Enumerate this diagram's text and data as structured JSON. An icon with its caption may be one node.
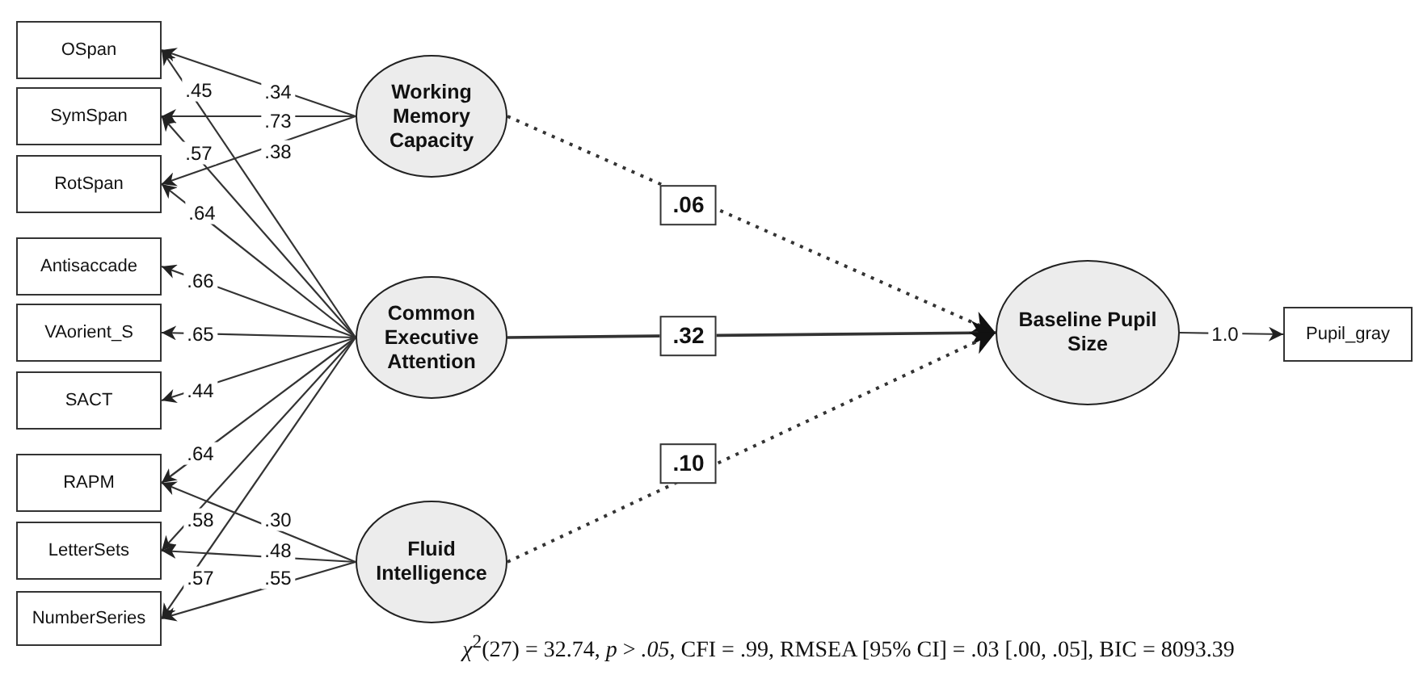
{
  "diagram": {
    "caption": "*χ*$^{2}$(27) = 32.74, *p* > *.05*, CFI = .99, RMSEA [95% CI] = .03 [.00, .05], BIC = 8093.39",
    "nodes": [
      {
        "text": [
          "OSpan"
        ]
      },
      {
        "text": [
          "SymSpan"
        ]
      },
      {
        "text": [
          "RotSpan"
        ]
      },
      {
        "text": [
          "Antisaccade"
        ]
      },
      {
        "text": [
          "VAorient_S"
        ]
      },
      {
        "text": [
          "SACT"
        ]
      },
      {
        "text": [
          "RAPM"
        ]
      },
      {
        "text": [
          "LetterSets"
        ]
      },
      {
        "text": [
          "NumberSeries"
        ]
      },
      {
        "text": [
          "Working Memory Capacity"
        ]
      },
      {
        "text": [
          "Common Executive Attention"
        ]
      },
      {
        "text": [
          "Fluid Intelligence"
        ]
      },
      {
        "text": [
          "Baseline Pupil Size"
        ]
      },
      {
        "text": [
          "Pupil_gray"
        ]
      }
    ],
    "edges": [
      {
        "from": 9,
        "to": 0,
        "arrow": "to",
        "label": ".34"
      },
      {
        "from": 9,
        "to": 1,
        "arrow": "to",
        "label": ".73"
      },
      {
        "from": 9,
        "to": 2,
        "arrow": "to",
        "label": ".38"
      },
      {
        "from": 10,
        "to": 0,
        "arrow": "to",
        "label": ".45"
      },
      {
        "from": 10,
        "to": 1,
        "arrow": "to",
        "label": ".57"
      },
      {
        "from": 10,
        "to": 2,
        "arrow": "to",
        "label": ".64"
      },
      {
        "from": 10,
        "to": 3,
        "arrow": "to",
        "label": ".66"
      },
      {
        "from": 10,
        "to": 4,
        "arrow": "to",
        "label": ".65"
      },
      {
        "from": 10,
        "to": 5,
        "arrow": "to",
        "label": ".44"
      },
      {
        "from": 10,
        "to": 6,
        "arrow": "to",
        "label": ".64"
      },
      {
        "from": 10,
        "to": 7,
        "arrow": "to",
        "label": ".58"
      },
      {
        "from": 10,
        "to": 8,
        "arrow": "to",
        "label": ".57"
      },
      {
        "from": 11,
        "to": 6,
        "arrow": "to",
        "label": ".30"
      },
      {
        "from": 11,
        "to": 7,
        "arrow": "to",
        "label": ".48"
      },
      {
        "from": 11,
        "to": 8,
        "arrow": "to",
        "label": ".55"
      },
      {
        "from": 9,
        "to": 12,
        "arrow": "to",
        "label": ".06",
        "style": "dashed"
      },
      {
        "from": 10,
        "to": 12,
        "arrow": "to",
        "label": ".32"
      },
      {
        "from": 11,
        "to": 12,
        "arrow": "to",
        "label": ".10",
        "style": "dashed"
      },
      {
        "from": 12,
        "to": 13,
        "arrow": "to",
        "label": "1.0"
      }
    ]
  }
}
